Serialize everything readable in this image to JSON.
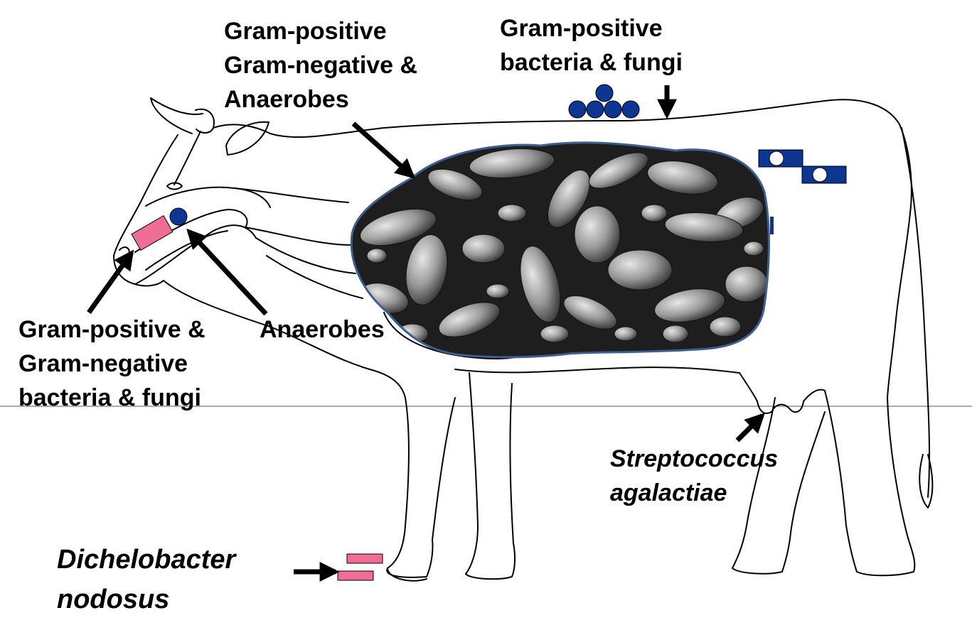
{
  "labels": {
    "back": [
      "Gram-positive",
      "bacteria & fungi"
    ],
    "rumen": [
      "Gram-positive",
      "Gram-negative &",
      "Anaerobes"
    ],
    "mouth_tongue": [
      "Gram-positive &",
      "Gram-negative",
      "bacteria & fungi"
    ],
    "mouth_teeth": [
      "Anaerobes"
    ],
    "udder": [
      "Streptococcus",
      "agalactiae"
    ],
    "hoof": [
      "Dichelobacter",
      "nodosus"
    ]
  },
  "colors": {
    "outline": "#000000",
    "coccus_blue": "#0d3592",
    "spore_white": "#ffffff",
    "rod_pink": "#f06e93",
    "rumen_border": "#3f5f8f",
    "micrograph_dark": "#1e1e1e",
    "micrograph_light": "#c8c8c8"
  }
}
